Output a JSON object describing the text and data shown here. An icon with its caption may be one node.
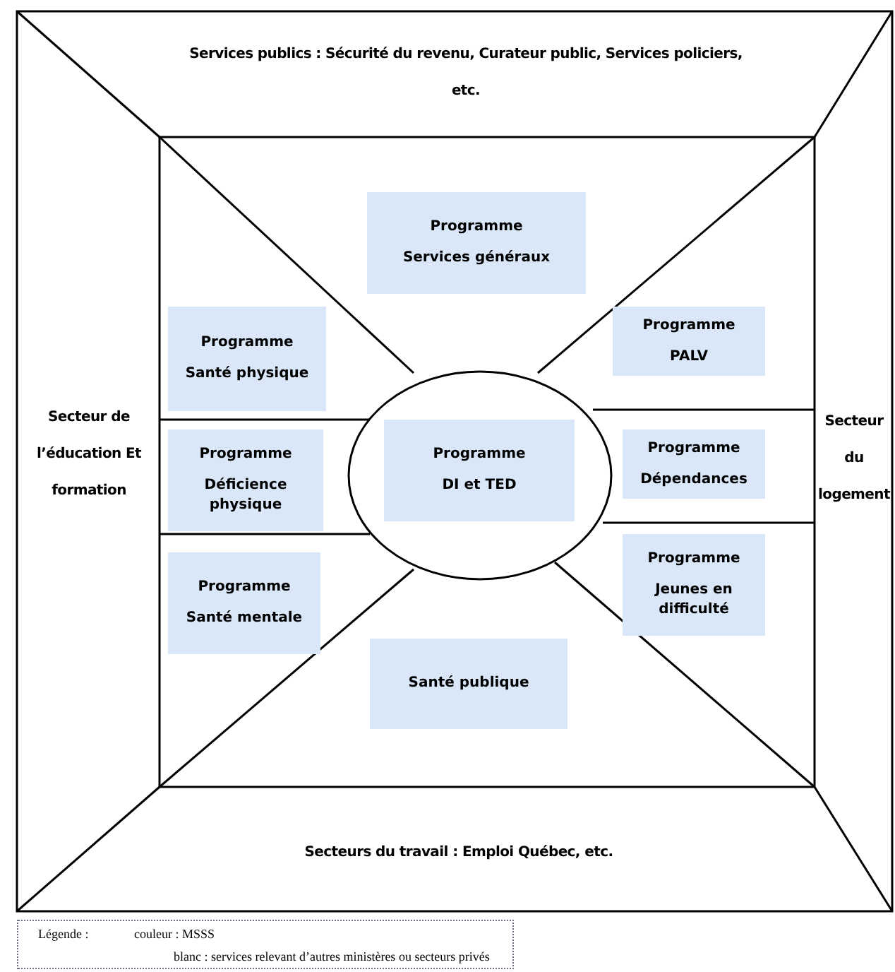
{
  "diagram": {
    "nodes": [
      {
        "text": [
          "Programme",
          "Services généraux"
        ]
      },
      {
        "text": [
          "Programme",
          "Santé physique"
        ]
      },
      {
        "text": [
          "Programme",
          "PALV"
        ]
      },
      {
        "text": [
          "Programme",
          "Déficience physique"
        ]
      },
      {
        "text": [],
        "shape": "circle"
      },
      {
        "text": [
          "Programme",
          "DI et TED"
        ],
        "in": 4
      },
      {
        "text": [
          "Programme",
          "Dépendances"
        ]
      },
      {
        "text": [
          "Programme",
          "Santé mentale"
        ]
      },
      {
        "text": [
          "Programme",
          "Jeunes en difficulté"
        ]
      },
      {
        "text": [
          "Santé publique"
        ]
      }
    ],
    "labels": [
      "Services publics : Sécurité du revenu, Curateur public, Services policiers, etc.",
      "Secteur de l’éducation Et formation",
      "Secteur du logement",
      "Secteurs du travail : Emploi Québec, etc.",
      "Légende :"
    ],
    "legend": [
      {
        "text": "couleur : MSSS"
      },
      {
        "text": "blanc : services relevant d’autres ministères ou secteurs privés"
      }
    ]
  }
}
